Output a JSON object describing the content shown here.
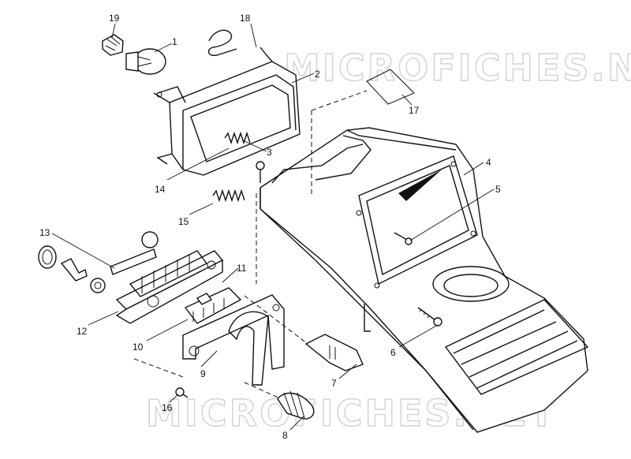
{
  "watermark_top": "MICROFICHES.NET",
  "watermark_bottom": "MICROFICHES.NET",
  "callouts": [
    {
      "id": "1",
      "text": "1"
    },
    {
      "id": "2",
      "text": "2"
    },
    {
      "id": "3",
      "text": "3"
    },
    {
      "id": "4",
      "text": "4"
    },
    {
      "id": "5",
      "text": "5"
    },
    {
      "id": "6",
      "text": "6"
    },
    {
      "id": "7",
      "text": "7"
    },
    {
      "id": "8",
      "text": "8"
    },
    {
      "id": "9",
      "text": "9"
    },
    {
      "id": "10",
      "text": "10"
    },
    {
      "id": "11",
      "text": "11"
    },
    {
      "id": "12",
      "text": "12"
    },
    {
      "id": "13",
      "text": "13"
    },
    {
      "id": "14",
      "text": "14"
    },
    {
      "id": "15",
      "text": "15"
    },
    {
      "id": "16",
      "text": "16"
    },
    {
      "id": "17",
      "text": "17"
    },
    {
      "id": "18",
      "text": "18"
    },
    {
      "id": "19",
      "text": "19"
    }
  ]
}
